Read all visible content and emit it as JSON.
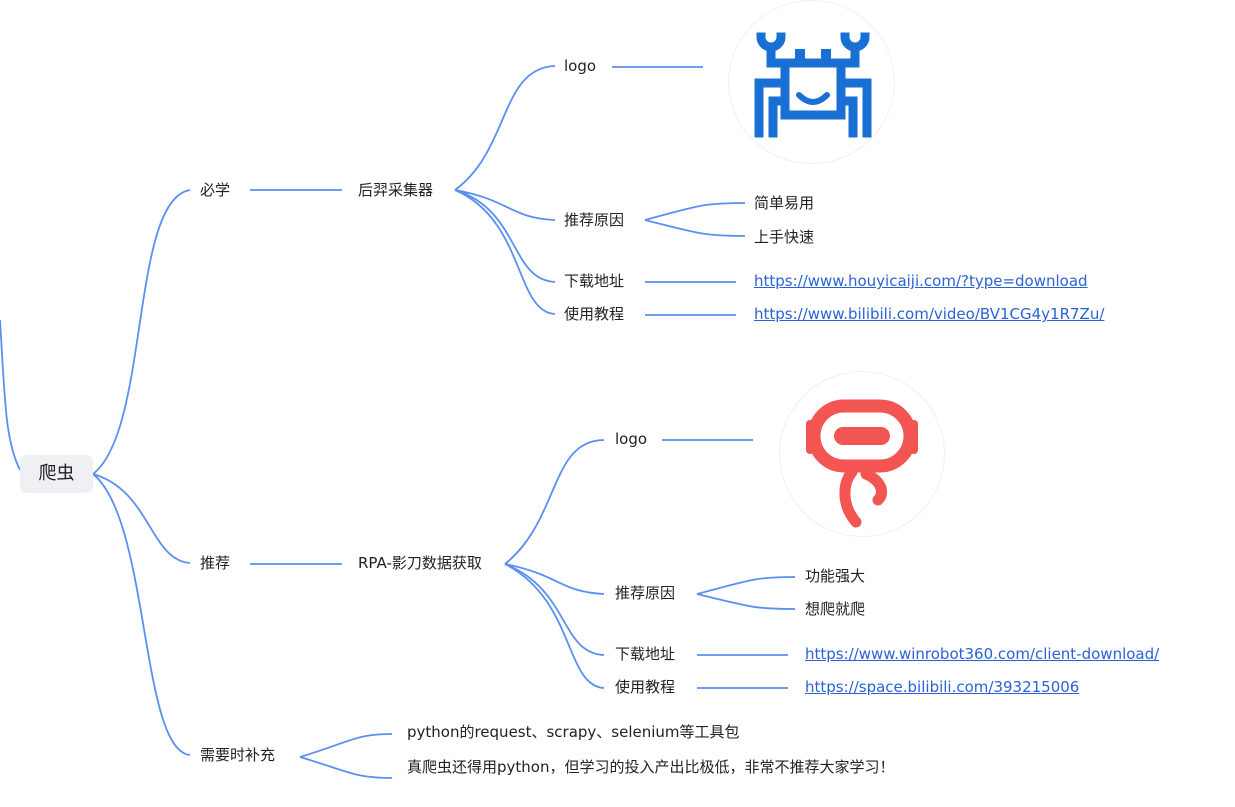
{
  "root": {
    "label": "爬虫"
  },
  "branches": {
    "bixue": {
      "label": "必学",
      "tool": {
        "label": "后羿采集器",
        "logo_label": "logo",
        "reasons_label": "推荐原因",
        "reasons": [
          "简单易用",
          "上手快速"
        ],
        "download_label": "下载地址",
        "download_url": "https://www.houyicaiji.com/?type=download",
        "tutorial_label": "使用教程",
        "tutorial_url": "https://www.bilibili.com/video/BV1CG4y1R7Zu/"
      }
    },
    "tuijian": {
      "label": "推荐",
      "tool": {
        "label": "RPA-影刀数据获取",
        "logo_label": "logo",
        "reasons_label": "推荐原因",
        "reasons": [
          "功能强大",
          "想爬就爬"
        ],
        "download_label": "下载地址",
        "download_url": "https://www.winrobot360.com/client-download/",
        "tutorial_label": "使用教程",
        "tutorial_url": "https://space.bilibili.com/393215006"
      }
    },
    "buchong": {
      "label": "需要时补充",
      "items": [
        "python的request、scrapy、selenium等工具包",
        "真爬虫还得用python，但学习的投入产出比极低，非常不推荐大家学习！"
      ]
    }
  },
  "icons": {
    "houyi_logo": "crab-robot-icon",
    "yingdao_logo": "robot-head-icon"
  },
  "colors": {
    "edge": "#5b8ff0",
    "houyi_brand": "#1a6fd4",
    "yingdao_brand": "#f25552",
    "link": "#2a62d6",
    "root_bg": "#eef0f4"
  }
}
